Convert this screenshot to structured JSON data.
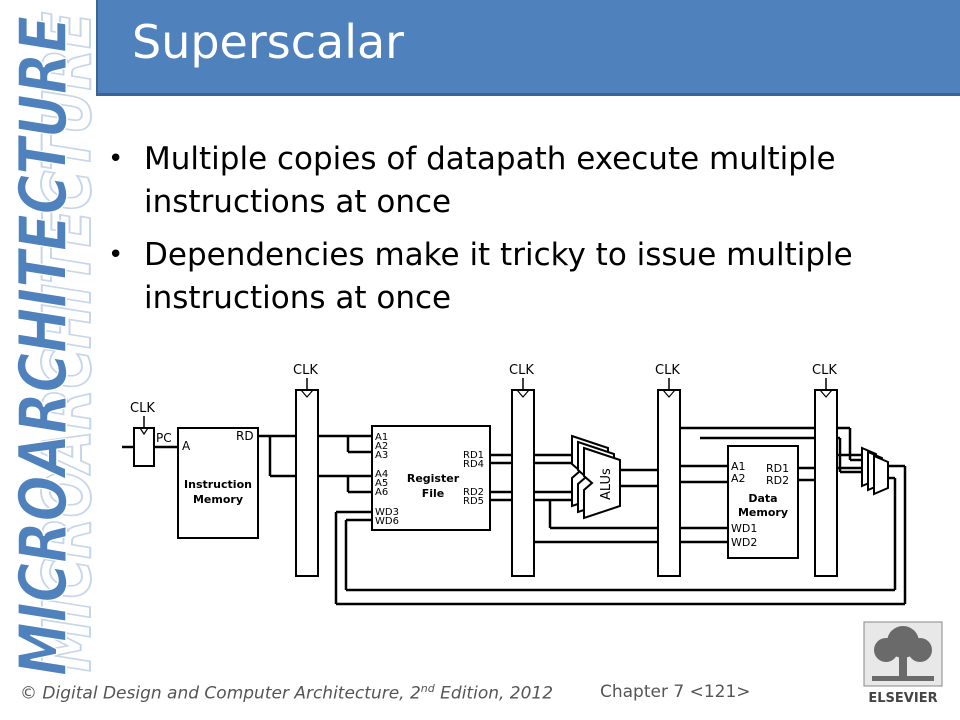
{
  "sidebar": {
    "watermark": "MICROARCHITECTURE"
  },
  "slide": {
    "title": "Superscalar"
  },
  "bullets": [
    "Multiple copies of datapath execute multiple instructions at once",
    "Dependencies make it tricky to issue multiple instructions at once"
  ],
  "diagram": {
    "clk": "CLK",
    "pc": "PC",
    "imem": {
      "a": "A",
      "rd": "RD",
      "name1": "Instruction",
      "name2": "Memory"
    },
    "regfile": {
      "ports_left": [
        "A1",
        "A2",
        "A3",
        "A4",
        "A5",
        "A6",
        "WD3",
        "WD6"
      ],
      "ports_right": [
        "RD1",
        "RD4",
        "RD2",
        "RD5"
      ],
      "name1": "Register",
      "name2": "File"
    },
    "alu": "ALUs",
    "dmem": {
      "ports_left": [
        "A1",
        "A2",
        "WD1",
        "WD2"
      ],
      "ports_right": [
        "RD1",
        "RD2"
      ],
      "name1": "Data",
      "name2": "Memory"
    }
  },
  "footer": {
    "copyright_prefix": "© Digital Design and Computer Architecture, 2",
    "edition_sup": "nd",
    "copyright_suffix": " Edition, 2012",
    "chapter": "Chapter 7 <121>"
  },
  "logo": {
    "text": "ELSEVIER"
  },
  "colors": {
    "title_bar": "#4f81bd",
    "watermark": "#4f81bd"
  }
}
